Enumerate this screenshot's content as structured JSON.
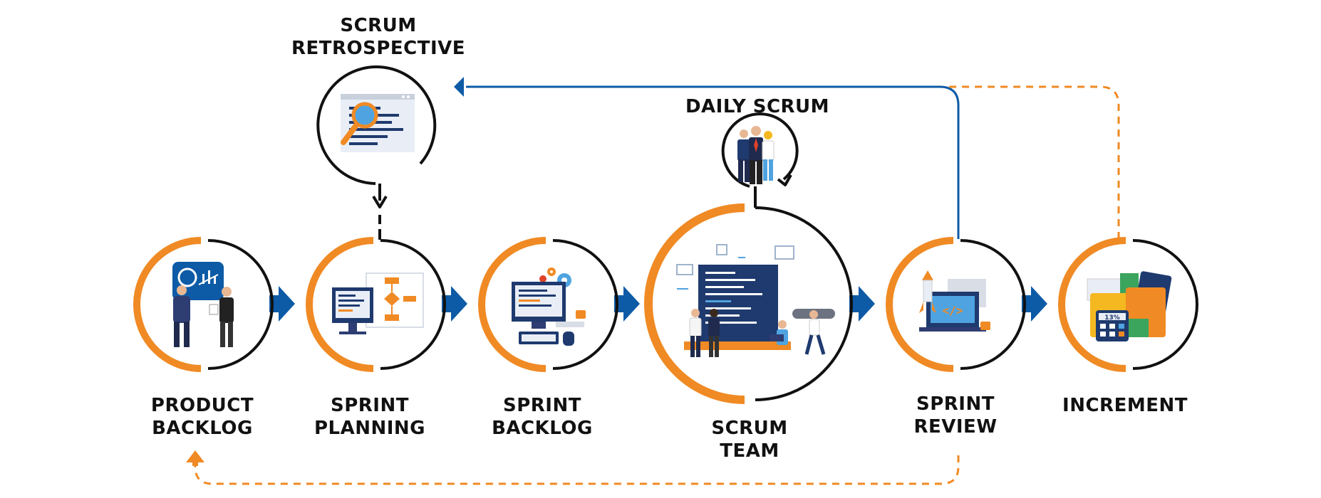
{
  "colors": {
    "orange": "#F08A24",
    "black": "#111111",
    "blue": "#0D5BA6",
    "navy": "#1F3A6E",
    "light_gray": "#EDEFF3"
  },
  "stages": [
    {
      "id": "product-backlog",
      "line1": "PRODUCT",
      "line2": "BACKLOG",
      "icon": "team-presenting-chart-icon"
    },
    {
      "id": "sprint-planning",
      "line1": "SPRINT",
      "line2": "PLANNING",
      "icon": "monitor-flowchart-icon"
    },
    {
      "id": "sprint-backlog",
      "line1": "SPRINT",
      "line2": "BACKLOG",
      "icon": "computer-gears-icon"
    },
    {
      "id": "scrum-team",
      "line1": "SCRUM",
      "line2": "TEAM",
      "icon": "team-working-dashboard-icon"
    },
    {
      "id": "sprint-review",
      "line1": "SPRINT",
      "line2": "REVIEW",
      "icon": "laptop-code-rocket-icon"
    },
    {
      "id": "increment",
      "line1": "INCREMENT",
      "line2": "",
      "icon": "money-calculator-icon"
    }
  ],
  "retrospective": {
    "line1": "SCRUM",
    "line2": "RETROSPECTIVE",
    "icon": "magnifier-document-icon"
  },
  "daily_scrum": {
    "label": "DAILY SCRUM",
    "icon": "standing-team-icon"
  },
  "calculator_display": "13%",
  "laptop_code_symbol": "</>"
}
